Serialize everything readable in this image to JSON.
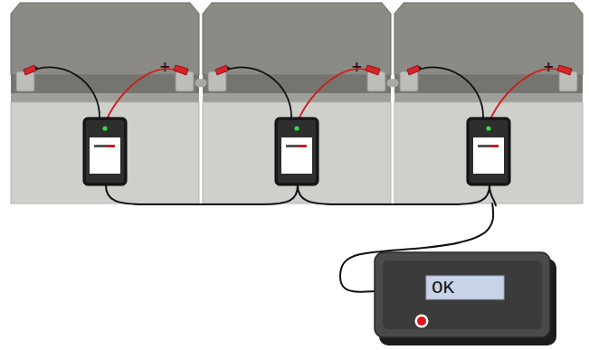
{
  "diagram": {
    "nodes": [
      {
        "text": [
          "-",
          "+"
        ]
      },
      {
        "text": [
          "-",
          "+"
        ]
      },
      {
        "text": [
          "-",
          "+"
        ]
      },
      {
        "text": [
          "OK"
        ]
      }
    ],
    "edges": [
      {
        "from": 0,
        "to": 1,
        "arrow": "none"
      },
      {
        "from": 1,
        "to": 2,
        "arrow": "none"
      },
      {
        "from": 2,
        "to": 3,
        "arrow": "none"
      }
    ]
  }
}
